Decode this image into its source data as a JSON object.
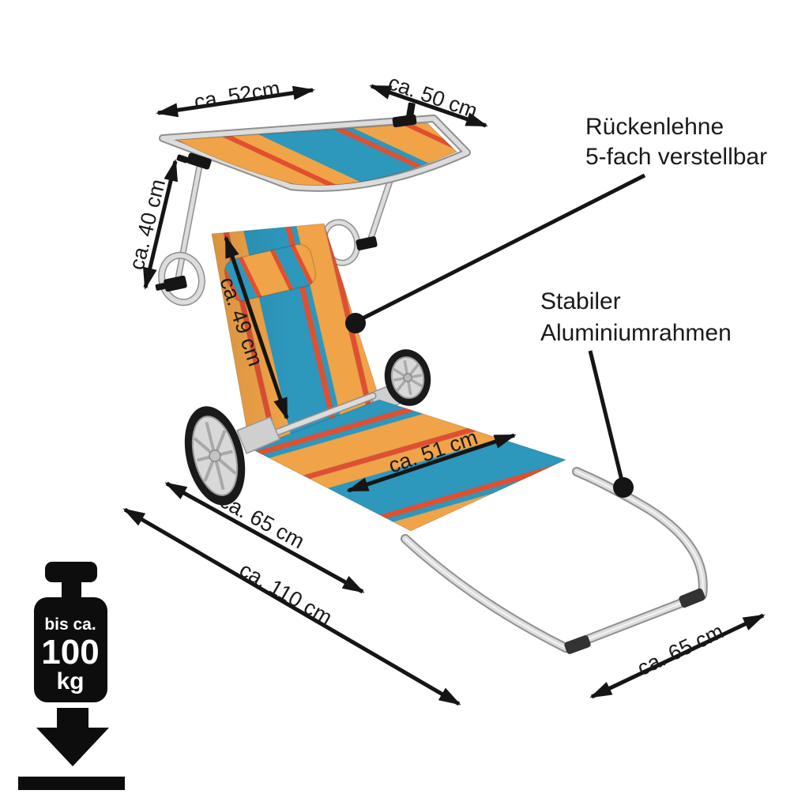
{
  "labels": {
    "canopy_width": "ca. 52cm",
    "canopy_depth": "ca. 50 cm",
    "canopy_height": "ca. 40 cm",
    "backrest_length": "ca. 49 cm",
    "seat_length": "ca. 51 cm",
    "front_width": "ca. 65 cm",
    "total_length": "ca. 110 cm",
    "rear_width": "ca. 65 cm"
  },
  "callouts": {
    "backrest_line1": "Rückenlehne",
    "backrest_line2": "5-fach verstellbar",
    "frame_line1": "Stabiler",
    "frame_line2": "Aluminiumrahmen"
  },
  "load_capacity": {
    "prefix": "bis ca.",
    "value": "100",
    "unit": "kg"
  },
  "colors": {
    "fabric_teal": "#2d97bc",
    "fabric_orange": "#f0a347",
    "fabric_red_stripe": "#e04f30",
    "frame_aluminium": "#d8d8d8",
    "annotation": "#151515"
  }
}
